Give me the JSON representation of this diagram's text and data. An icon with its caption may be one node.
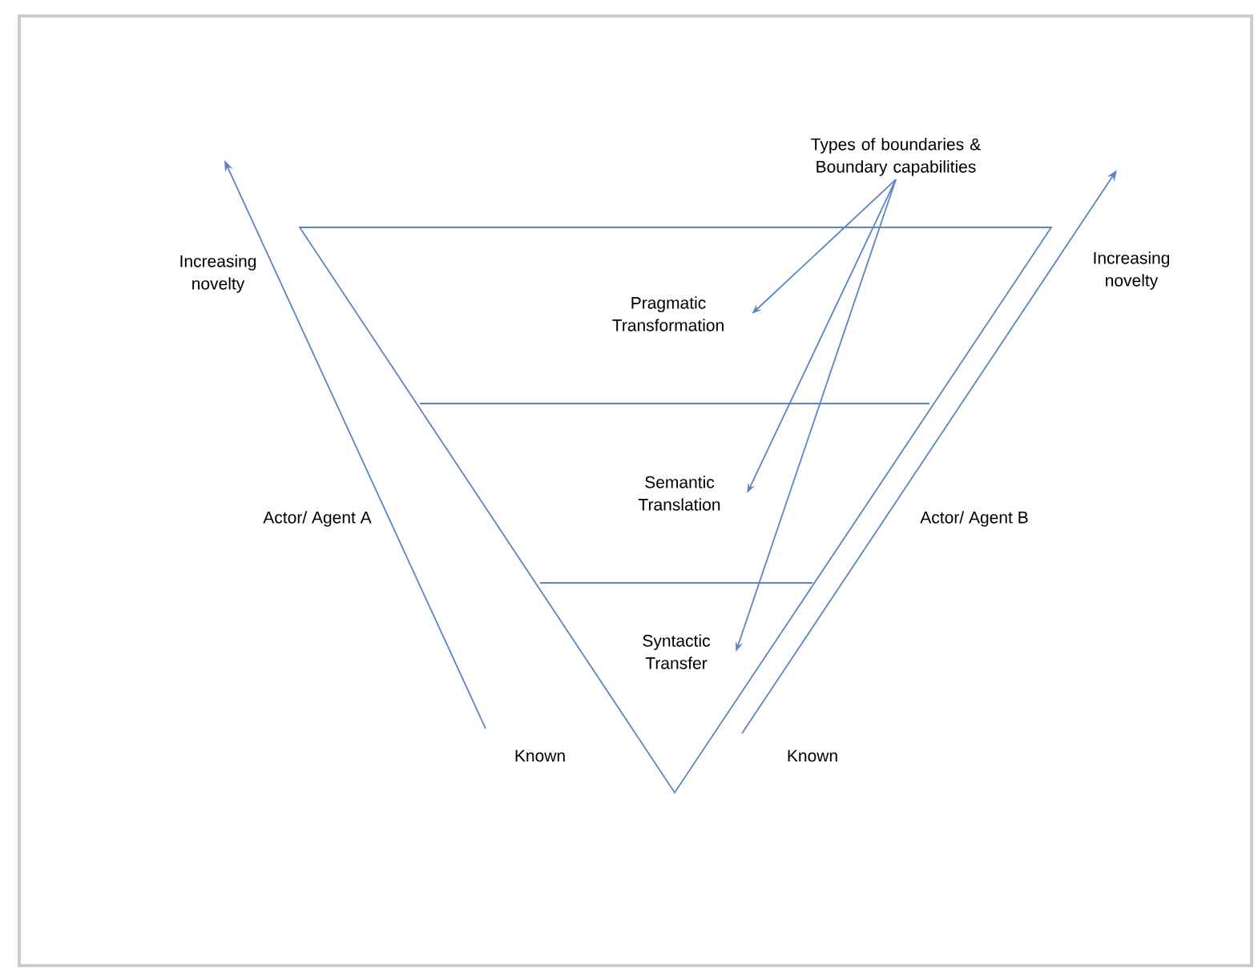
{
  "diagram": {
    "nodes": [
      {
        "text": [
          "Types of boundaries & Boundary capabilities"
        ]
      },
      {
        "text": [
          "Pragmatic Transformation"
        ]
      },
      {
        "text": [
          "Semantic Translation"
        ]
      },
      {
        "text": [
          "Syntactic Transfer"
        ]
      }
    ],
    "edges": [
      {
        "from": 0,
        "to": 1,
        "arrow": "to"
      },
      {
        "from": 0,
        "to": 2,
        "arrow": "to"
      },
      {
        "from": 0,
        "to": 3,
        "arrow": "to"
      }
    ],
    "labels": [
      "Increasing novelty",
      "Increasing novelty",
      "Actor/ Agent A",
      "Actor/ Agent B",
      "Known",
      "Known"
    ]
  }
}
